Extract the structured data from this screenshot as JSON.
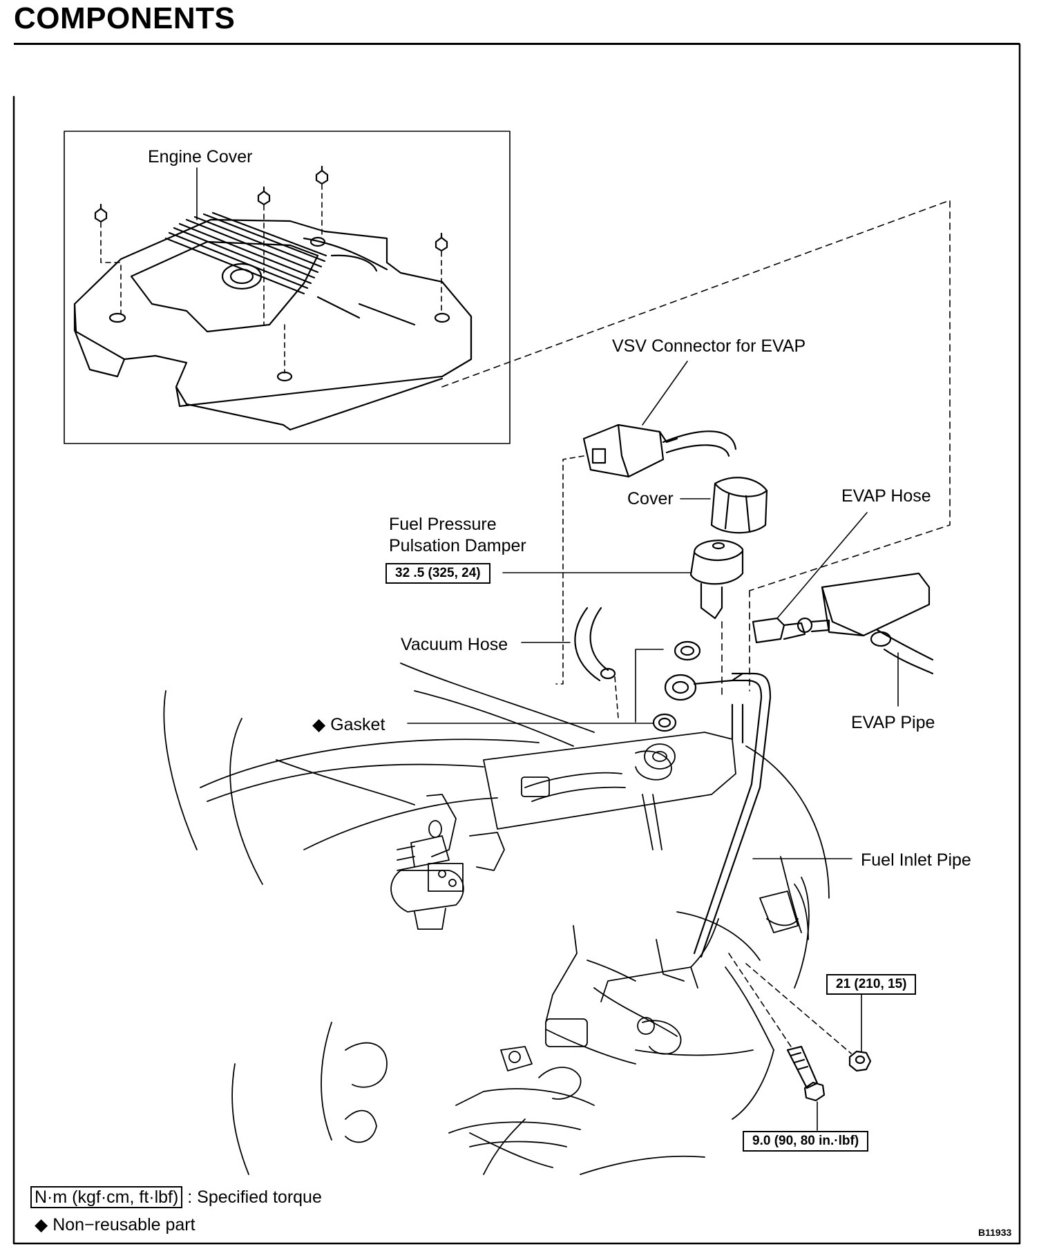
{
  "title": "COMPONENTS",
  "labels": {
    "engine_cover": "Engine Cover",
    "vsv_connector": "VSV Connector for EVAP",
    "cover": "Cover",
    "evap_hose": "EVAP Hose",
    "damper_line1": "Fuel Pressure",
    "damper_line2": "Pulsation Damper",
    "vacuum_hose": "Vacuum Hose",
    "gasket": "Gasket",
    "evap_pipe": "EVAP Pipe",
    "fuel_inlet_pipe": "Fuel Inlet Pipe"
  },
  "torques": {
    "damper": "32 .5 (325, 24)",
    "nut": "21 (210, 15)",
    "bolt": "9.0 (90, 80 in.·lbf)"
  },
  "legend": {
    "unit_box": "N·m (kgf·cm, ft·lbf)",
    "unit_text": ": Specified torque",
    "nonreusable_symbol": "◆",
    "nonreusable_text": "Non−reusable part"
  },
  "figure_id": "B11933",
  "icons": {
    "nonreusable": "diamond-icon"
  }
}
